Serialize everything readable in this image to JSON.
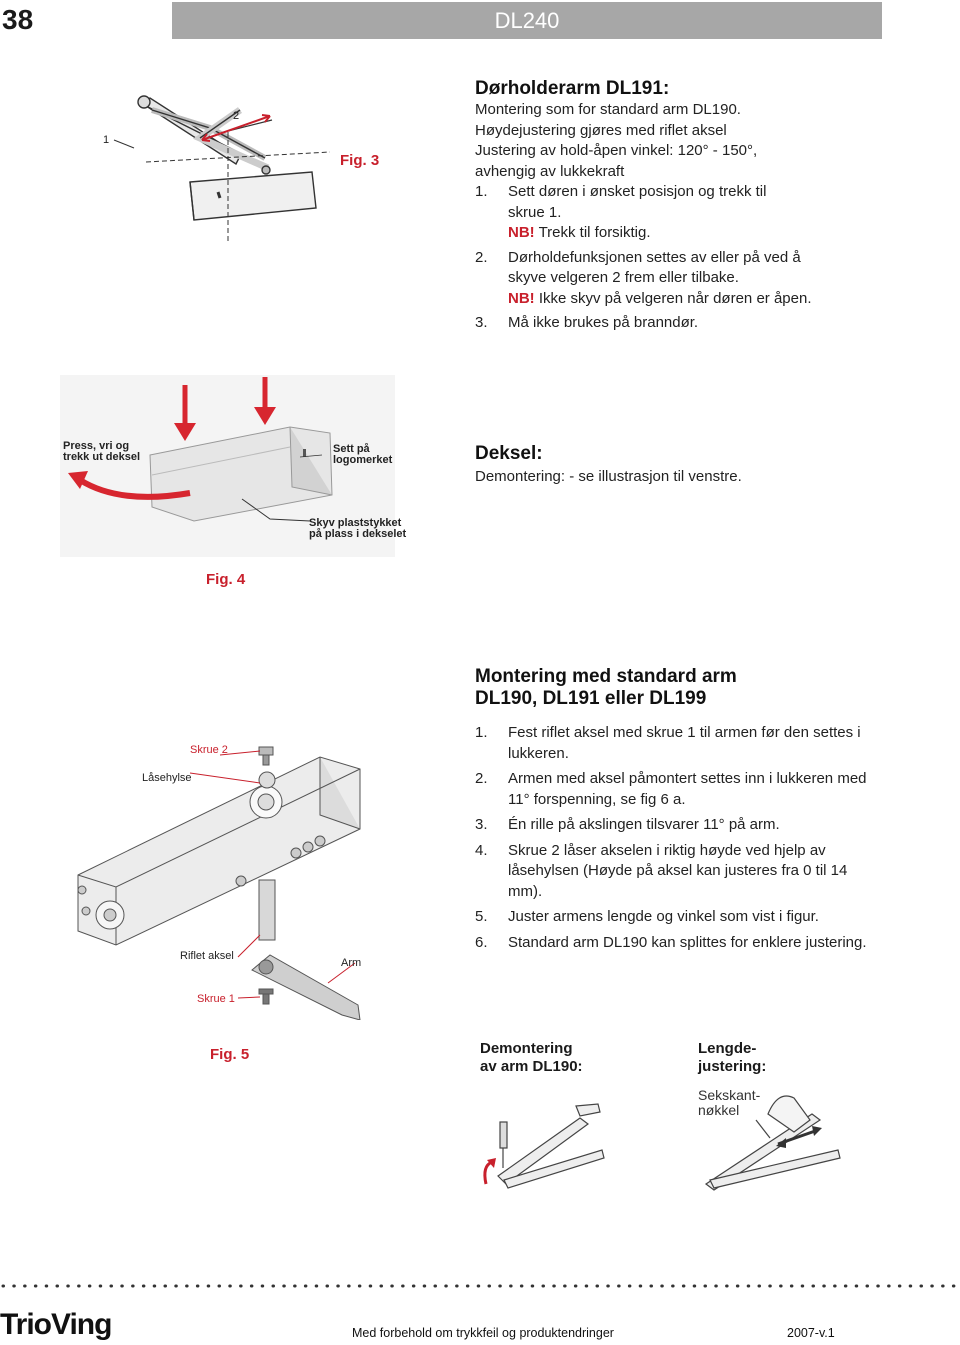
{
  "page_number": "38",
  "header": {
    "title": "DL240"
  },
  "fig3": {
    "label": "Fig. 3",
    "callout_1": "1",
    "callout_2": "2"
  },
  "section1": {
    "title": "Dørholderarm DL191:",
    "lines": [
      "Montering som for standard arm DL190.",
      "Høydejustering gjøres med riflet aksel",
      "Justering av hold-åpen vinkel: 120° - 150°,",
      "avhengig av lukkekraft"
    ],
    "items": [
      {
        "num": "1.",
        "text": "Sett døren i ønsket posisjon og trekk til",
        "text2": "skrue 1.",
        "nb": "NB!",
        "nb_text": " Trekk til forsiktig."
      },
      {
        "num": "2.",
        "text": "Dørholdefunksjonen settes av eller på ved å",
        "text2": "skyve velgeren 2 frem eller tilbake.",
        "nb": "NB!",
        "nb_text": " Ikke skyv på velgeren når døren er åpen."
      },
      {
        "num": "3.",
        "text": "Må ikke brukes på branndør."
      }
    ]
  },
  "fig4": {
    "label": "Fig. 4",
    "ann_press_1": "Press, vri og",
    "ann_press_2": "trekk ut deksel",
    "ann_sett_1": "Sett på",
    "ann_sett_2": "logomerket",
    "ann_skyv_1": "Skyv plaststykket",
    "ann_skyv_2": "på plass i dekselet"
  },
  "section2": {
    "title": "Deksel:",
    "text": "Demontering: - se illustrasjon til venstre."
  },
  "section3": {
    "title_1": "Montering med standard arm",
    "title_2": "DL190, DL191 eller DL199",
    "items": [
      {
        "num": "1.",
        "text": "Fest riflet aksel med skrue 1 til armen før den settes i lukkeren."
      },
      {
        "num": "2.",
        "text": "Armen med aksel påmontert settes inn i lukkeren med 11° forspenning, se fig 6 a."
      },
      {
        "num": "3.",
        "text": "Én rille på akslingen tilsvarer 11° på arm."
      },
      {
        "num": "4.",
        "text": "Skrue 2 låser akselen i riktig høyde ved hjelp av låsehylsen (Høyde på aksel kan justeres fra 0 til 14 mm)."
      },
      {
        "num": "5.",
        "text": "Juster armens lengde og vinkel som vist i figur."
      },
      {
        "num": "6.",
        "text": "Standard arm DL190 kan splittes for enklere justering."
      }
    ]
  },
  "fig5": {
    "label": "Fig. 5",
    "skrue2": "Skrue 2",
    "laasehylse": "Låsehylse",
    "riflet": "Riflet aksel",
    "arm": "Arm",
    "skrue1": "Skrue 1"
  },
  "bottom": {
    "demont_1": "Demontering",
    "demont_2": "av arm DL190:",
    "lengde_1": "Lengde-",
    "lengde_2": "justering:",
    "sekskant_1": "Sekskant-",
    "sekskant_2": "nøkkel"
  },
  "footer": {
    "logo": "TrioVing",
    "disclaimer": "Med forbehold om trykkfeil og produktendringer",
    "version": "2007-v.1"
  },
  "colors": {
    "accent": "#c8202c",
    "header_bar": "#a7a7a7"
  }
}
